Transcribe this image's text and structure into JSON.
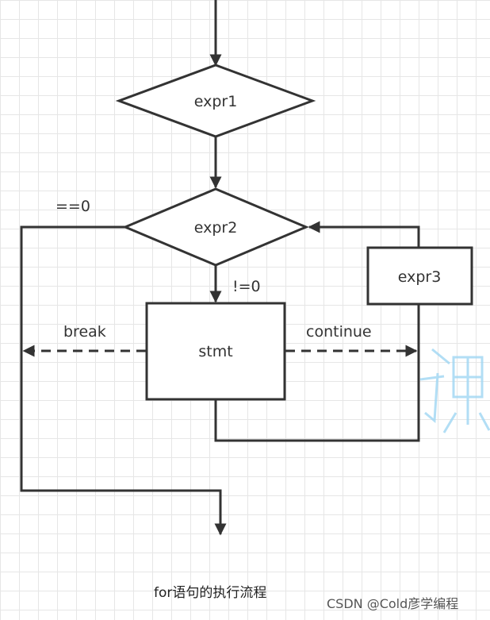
{
  "diagram": {
    "nodes": {
      "expr1": "expr1",
      "expr2": "expr2",
      "expr3": "expr3",
      "stmt": "stmt"
    },
    "edge_labels": {
      "false_branch": "==0",
      "true_branch": "!=0",
      "break": "break",
      "continue": "continue"
    },
    "caption": "for语句的执行流程"
  },
  "watermark": "CSDN @Cold彦学编程",
  "colors": {
    "stroke": "#333333",
    "grid": "#e6e6e6",
    "watermark_glyph": "#9fd6f2"
  }
}
